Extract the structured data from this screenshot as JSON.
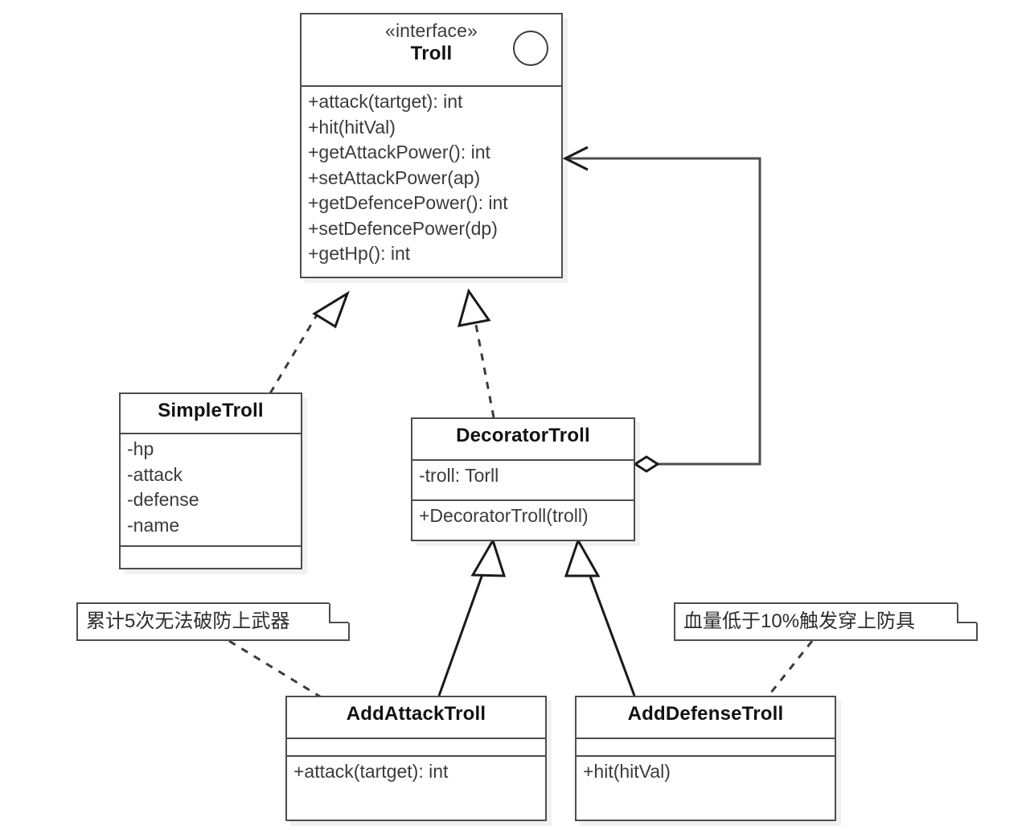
{
  "diagram": {
    "title": "Troll Decorator Pattern UML Class Diagram",
    "type": "uml-class-diagram",
    "colors": {
      "background": "#ffffff",
      "border": "#4d4d4d",
      "text": "#3b3b3b",
      "title_text": "#111111",
      "shadow": "rgba(0,0,0,0.055)"
    }
  },
  "classes": {
    "troll": {
      "stereotype": "«interface»",
      "name": "Troll",
      "icon": "interface-circle-icon",
      "attributes": [],
      "operations": [
        "+attack(tartget): int",
        "+hit(hitVal)",
        "+getAttackPower(): int",
        "+setAttackPower(ap)",
        "+getDefencePower(): int",
        "+setDefencePower(dp)",
        "+getHp(): int"
      ]
    },
    "simple_troll": {
      "name": "SimpleTroll",
      "attributes": [
        "-hp",
        "-attack",
        "-defense",
        "-name"
      ],
      "operations": []
    },
    "decorator_troll": {
      "name": "DecoratorTroll",
      "attributes": [
        "-troll: Torll"
      ],
      "operations": [
        "+DecoratorTroll(troll)"
      ]
    },
    "add_attack_troll": {
      "name": "AddAttackTroll",
      "attributes": [],
      "operations": [
        "+attack(tartget): int"
      ]
    },
    "add_defense_troll": {
      "name": "AddDefenseTroll",
      "attributes": [],
      "operations": [
        "+hit(hitVal)"
      ]
    }
  },
  "notes": {
    "attack_note": {
      "text": "累计5次无法破防上武器"
    },
    "defense_note": {
      "text": "血量低于10%触发穿上防具"
    }
  },
  "relationships": [
    {
      "kind": "realization",
      "from": "SimpleTroll",
      "to": "Troll",
      "line": "dashed",
      "arrow": "hollow-triangle"
    },
    {
      "kind": "realization",
      "from": "DecoratorTroll",
      "to": "Troll",
      "line": "dashed",
      "arrow": "hollow-triangle"
    },
    {
      "kind": "aggregation",
      "from": "DecoratorTroll",
      "to": "Troll",
      "line": "solid",
      "arrow": "open-arrow",
      "sourceDecoration": "hollow-diamond"
    },
    {
      "kind": "generalization",
      "from": "AddAttackTroll",
      "to": "DecoratorTroll",
      "line": "solid",
      "arrow": "hollow-triangle"
    },
    {
      "kind": "generalization",
      "from": "AddDefenseTroll",
      "to": "DecoratorTroll",
      "line": "solid",
      "arrow": "hollow-triangle"
    },
    {
      "kind": "note-anchor",
      "from": "累计5次无法破防上武器",
      "to": "AddAttackTroll",
      "line": "dashed",
      "arrow": "none"
    },
    {
      "kind": "note-anchor",
      "from": "血量低于10%触发穿上防具",
      "to": "AddDefenseTroll",
      "line": "dashed",
      "arrow": "none"
    }
  ]
}
